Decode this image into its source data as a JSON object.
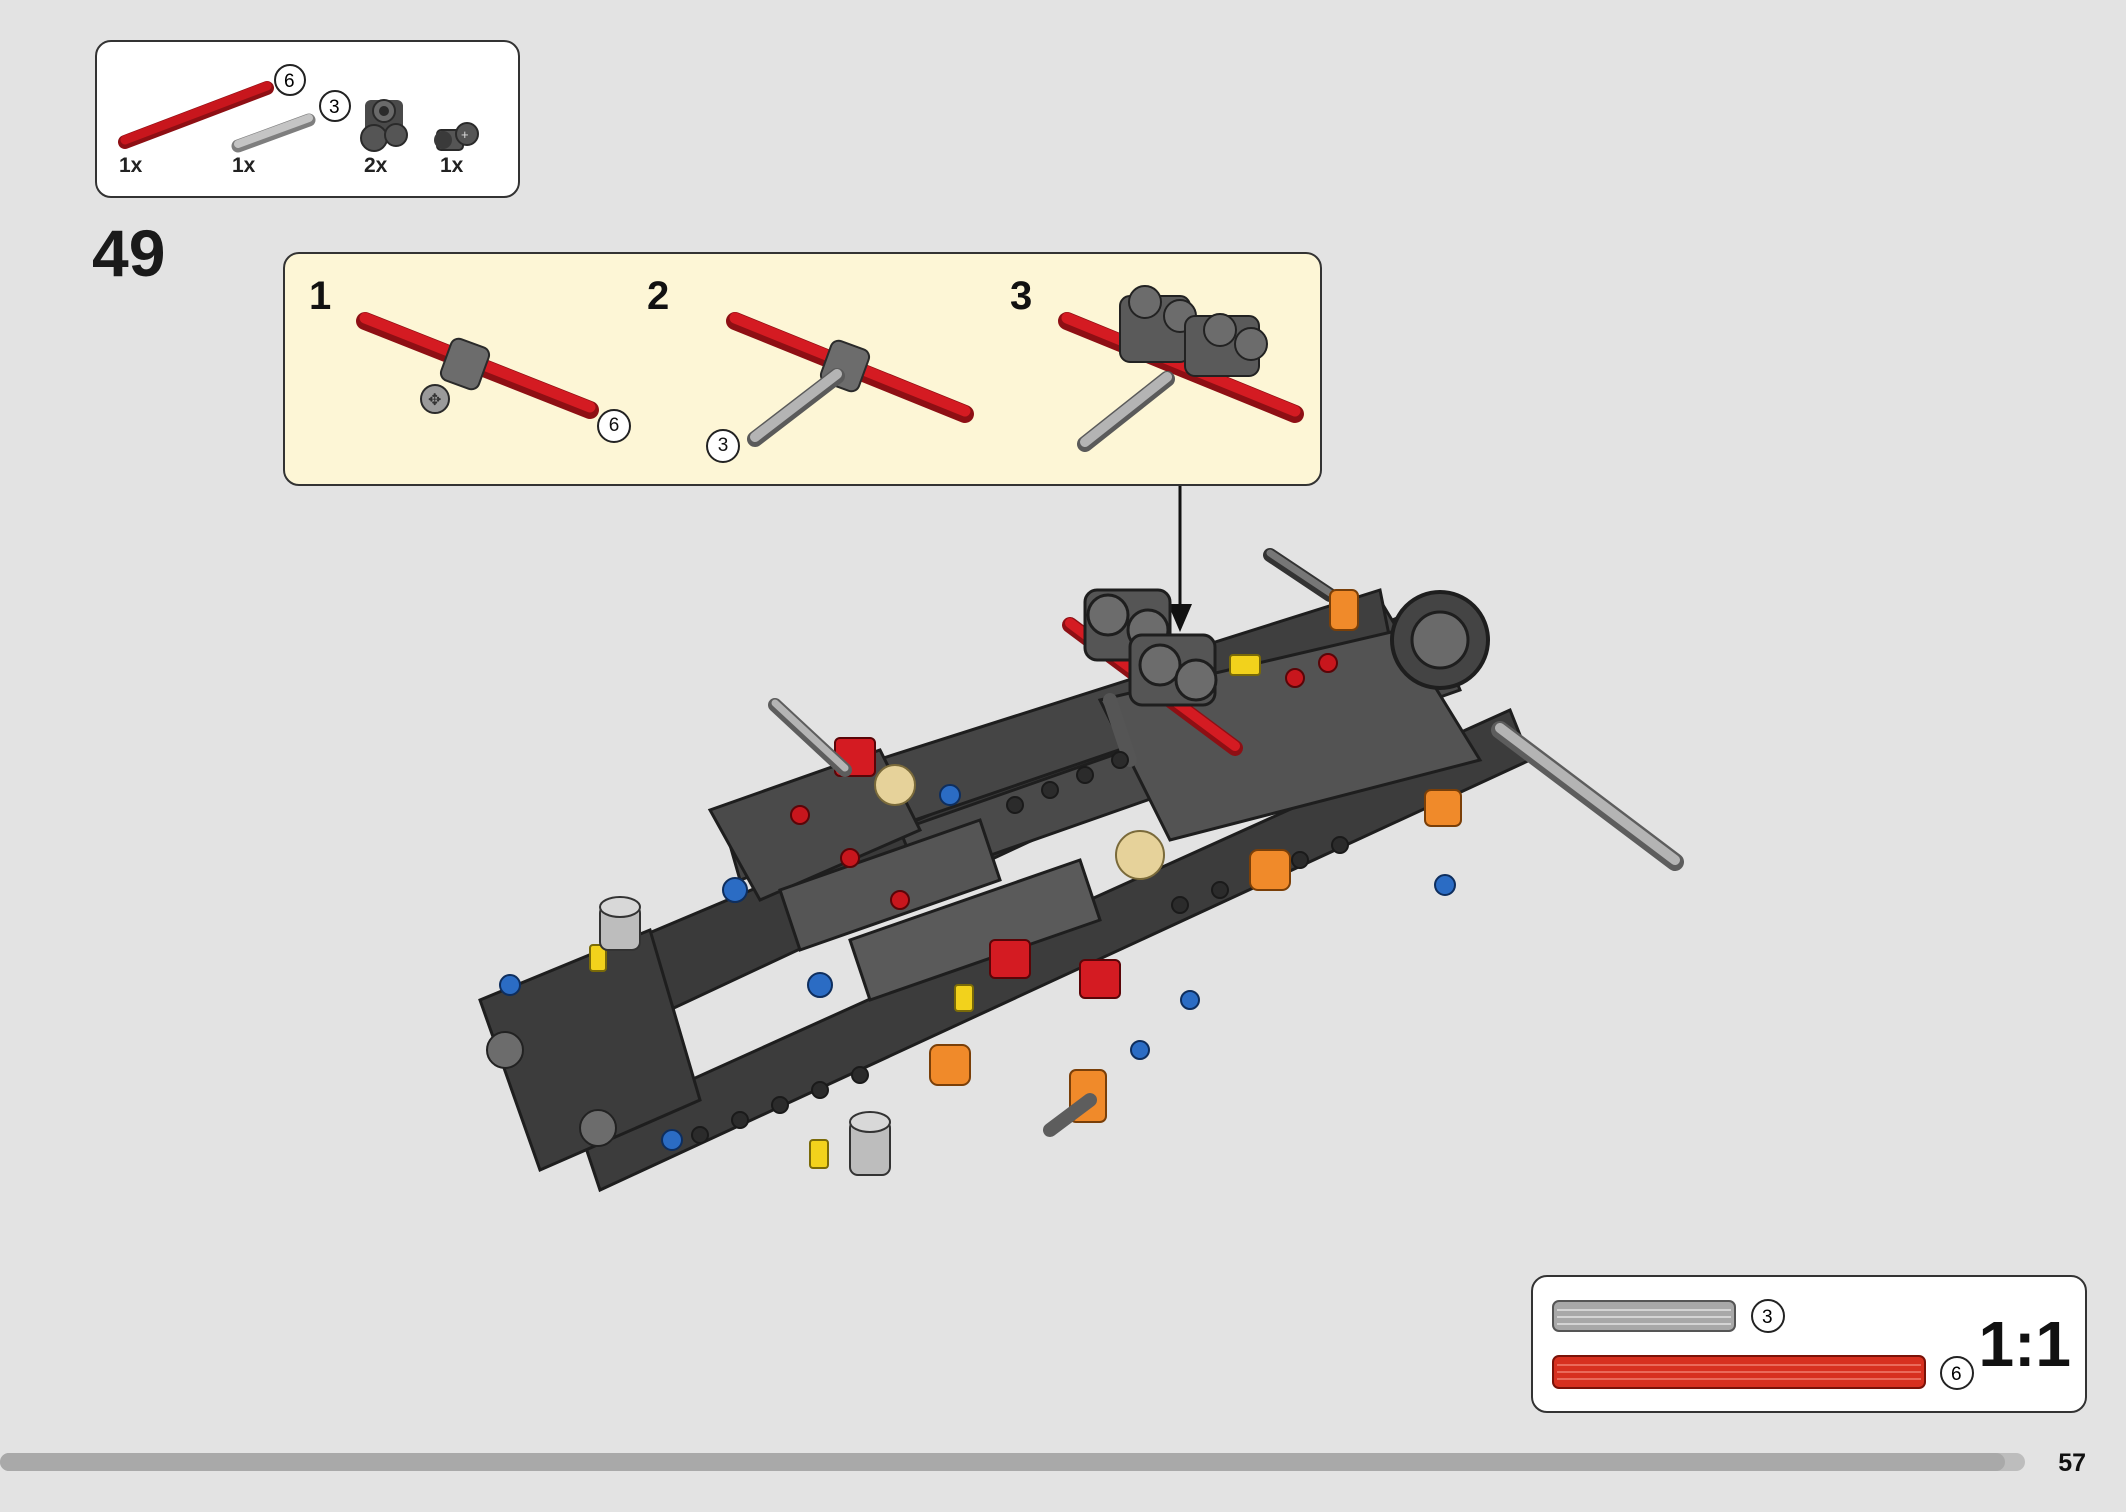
{
  "parts_list": {
    "items": [
      {
        "qty": "1x",
        "length": "6",
        "color": "#c8161d",
        "icon": "red-axle-6-icon"
      },
      {
        "qty": "1x",
        "length": "3",
        "color": "#a8a8a8",
        "icon": "gray-axle-3-icon"
      },
      {
        "qty": "2x",
        "length": "",
        "color": "#5a5a5a",
        "icon": "double-pin-connector-icon"
      },
      {
        "qty": "1x",
        "length": "",
        "color": "#5a5a5a",
        "icon": "axle-connector-icon"
      }
    ]
  },
  "step": {
    "number": "49"
  },
  "sub_steps": [
    {
      "number": "1",
      "callout": "6"
    },
    {
      "number": "2",
      "callout": "3"
    },
    {
      "number": "3",
      "callout": ""
    }
  ],
  "scale_ref": {
    "label": "1:1",
    "items": [
      {
        "length": "3",
        "color": "#a8a8a8"
      },
      {
        "length": "6",
        "color": "#d7301f"
      }
    ]
  },
  "progress": {
    "fraction": 0.99
  },
  "page": {
    "number": "57"
  },
  "colors": {
    "red": "#c8161d",
    "dark_gray": "#3c3c3c",
    "light_gray": "#a8a8a8",
    "blue": "#2b6cc4",
    "orange": "#f08a2a",
    "yellow": "#f2d21c",
    "tan": "#e6d29a",
    "sub_bg": "#fdf6d6"
  }
}
